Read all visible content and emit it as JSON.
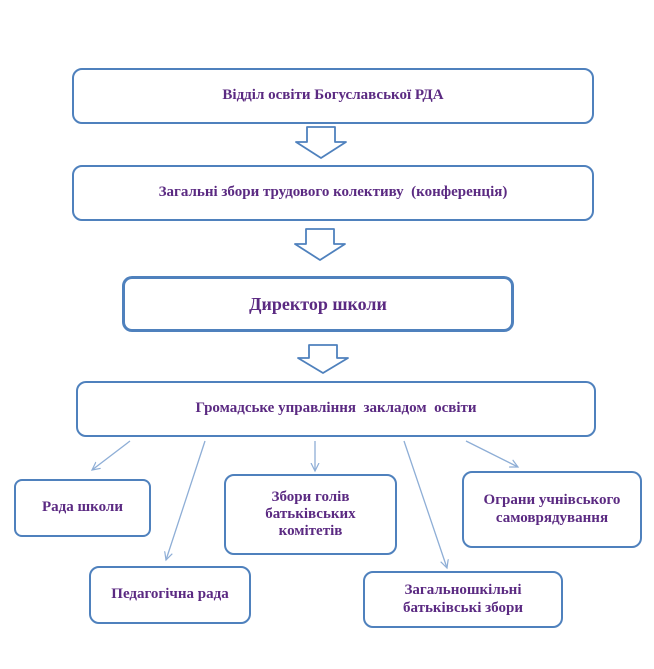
{
  "colors": {
    "border": "#4f81bd",
    "text": "#5b2a82",
    "connector": "#8eaed6"
  },
  "nodes": {
    "education_department": "Відділ освіти Богуславської РДА",
    "staff_general_meeting": "Загальні збори трудового колективу  (конференція)",
    "school_director": "Директор школи",
    "public_management": "Громадське управління  закладом  освіти",
    "school_council": "Рада школи",
    "pedagogical_council": "Педагогічна рада",
    "parent_committee_heads": "Збори голів батьківських комітетів",
    "student_self_government": "Огрaни учнівського самоврядування",
    "school_parent_meeting": "Загальношкільні батьківські збори"
  }
}
